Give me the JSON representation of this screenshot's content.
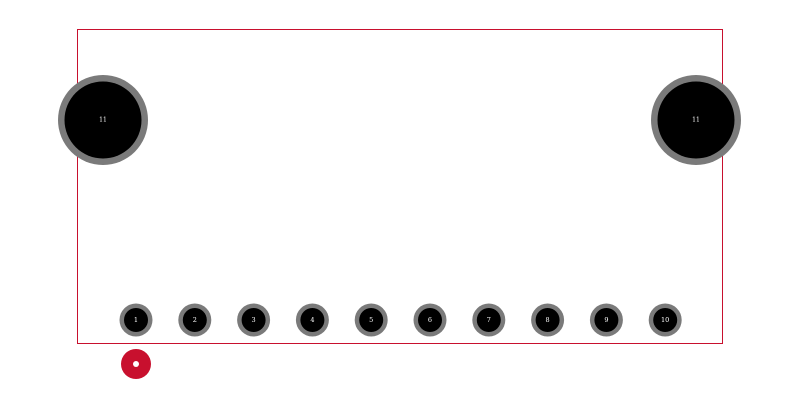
{
  "colors": {
    "background": "#ffffff",
    "board_outline": "#c8102e",
    "pad_ring": "#7a7a7a",
    "pad_hole": "#000000",
    "pad_label": "#ffffff",
    "origin_marker": "#c8102e",
    "origin_dot": "#ffffff"
  },
  "pads": [
    {
      "label": "1",
      "kind": "signal"
    },
    {
      "label": "2",
      "kind": "signal"
    },
    {
      "label": "3",
      "kind": "signal"
    },
    {
      "label": "4",
      "kind": "signal"
    },
    {
      "label": "5",
      "kind": "signal"
    },
    {
      "label": "6",
      "kind": "signal"
    },
    {
      "label": "7",
      "kind": "signal"
    },
    {
      "label": "8",
      "kind": "signal"
    },
    {
      "label": "9",
      "kind": "signal"
    },
    {
      "label": "10",
      "kind": "signal"
    }
  ],
  "mounting_holes": [
    {
      "label": "11",
      "side": "left"
    },
    {
      "label": "11",
      "side": "right"
    }
  ],
  "origin_marker": {
    "icon": "origin-marker-icon"
  }
}
